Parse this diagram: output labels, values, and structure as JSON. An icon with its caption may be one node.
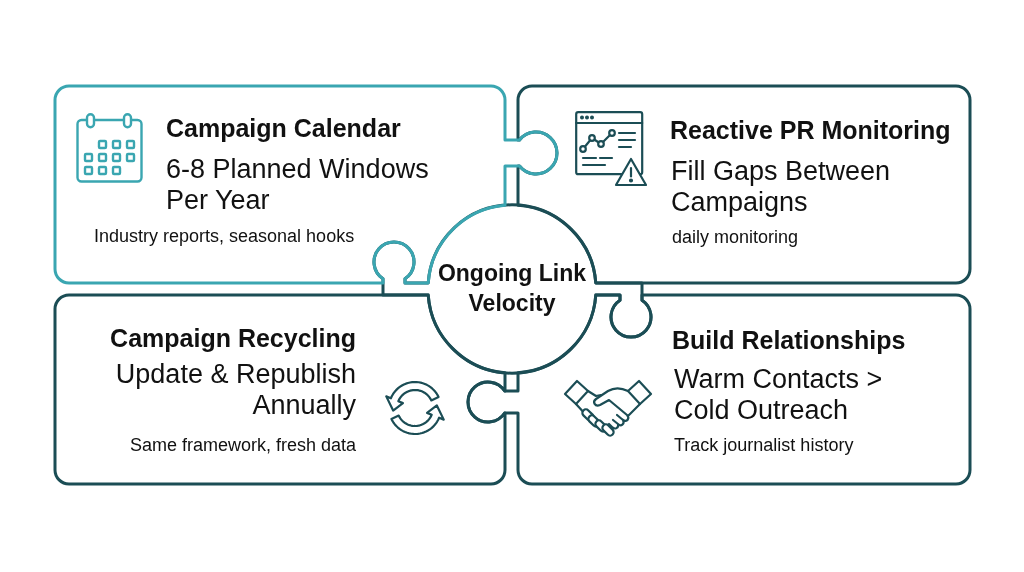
{
  "diagram": {
    "nodes": [
      {
        "text": [
          "Campaign Calendar",
          "6-8 Planned Windows Per Year",
          "Industry reports, seasonal hooks"
        ]
      },
      {
        "text": [
          "Reactive PR Monitoring",
          "Fill Gaps Between Campaigns",
          "daily monitoring"
        ]
      },
      {
        "text": [
          "Ongoing Link Velocity"
        ]
      },
      {
        "text": [
          "Campaign Recycling",
          "Update & Republish Annually",
          "Same framework, fresh data"
        ]
      },
      {
        "text": [
          "Build Relationships",
          "Warm Contacts > Cold Outreach",
          "Track journalist history"
        ]
      }
    ]
  }
}
